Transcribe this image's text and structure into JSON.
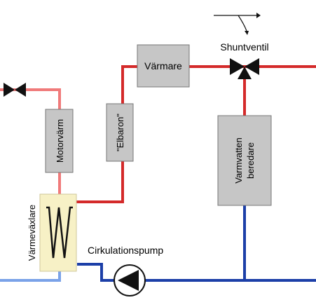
{
  "diagram": {
    "labels": {
      "motor_heat": "Motorvärm",
      "heater": "Värmare",
      "elbaron": "\"Elbaron\"",
      "shunt_valve": "Shuntventil",
      "water_heater_line1": "Varmvatten",
      "water_heater_line2": "beredare",
      "heat_exchanger": "Värmeväxlare",
      "circulation_pump": "Cirkulationspump"
    },
    "colors": {
      "hot_pipe": "#d42a2a",
      "warm_pipe": "#f07a7a",
      "cold_pipe": "#1c3fa8",
      "cool_pipe": "#7aa2e8",
      "box_fill": "#c6c6c6",
      "box_stroke": "#777777",
      "exchanger_fill": "#f7f1c6",
      "valve": "#111111"
    }
  }
}
